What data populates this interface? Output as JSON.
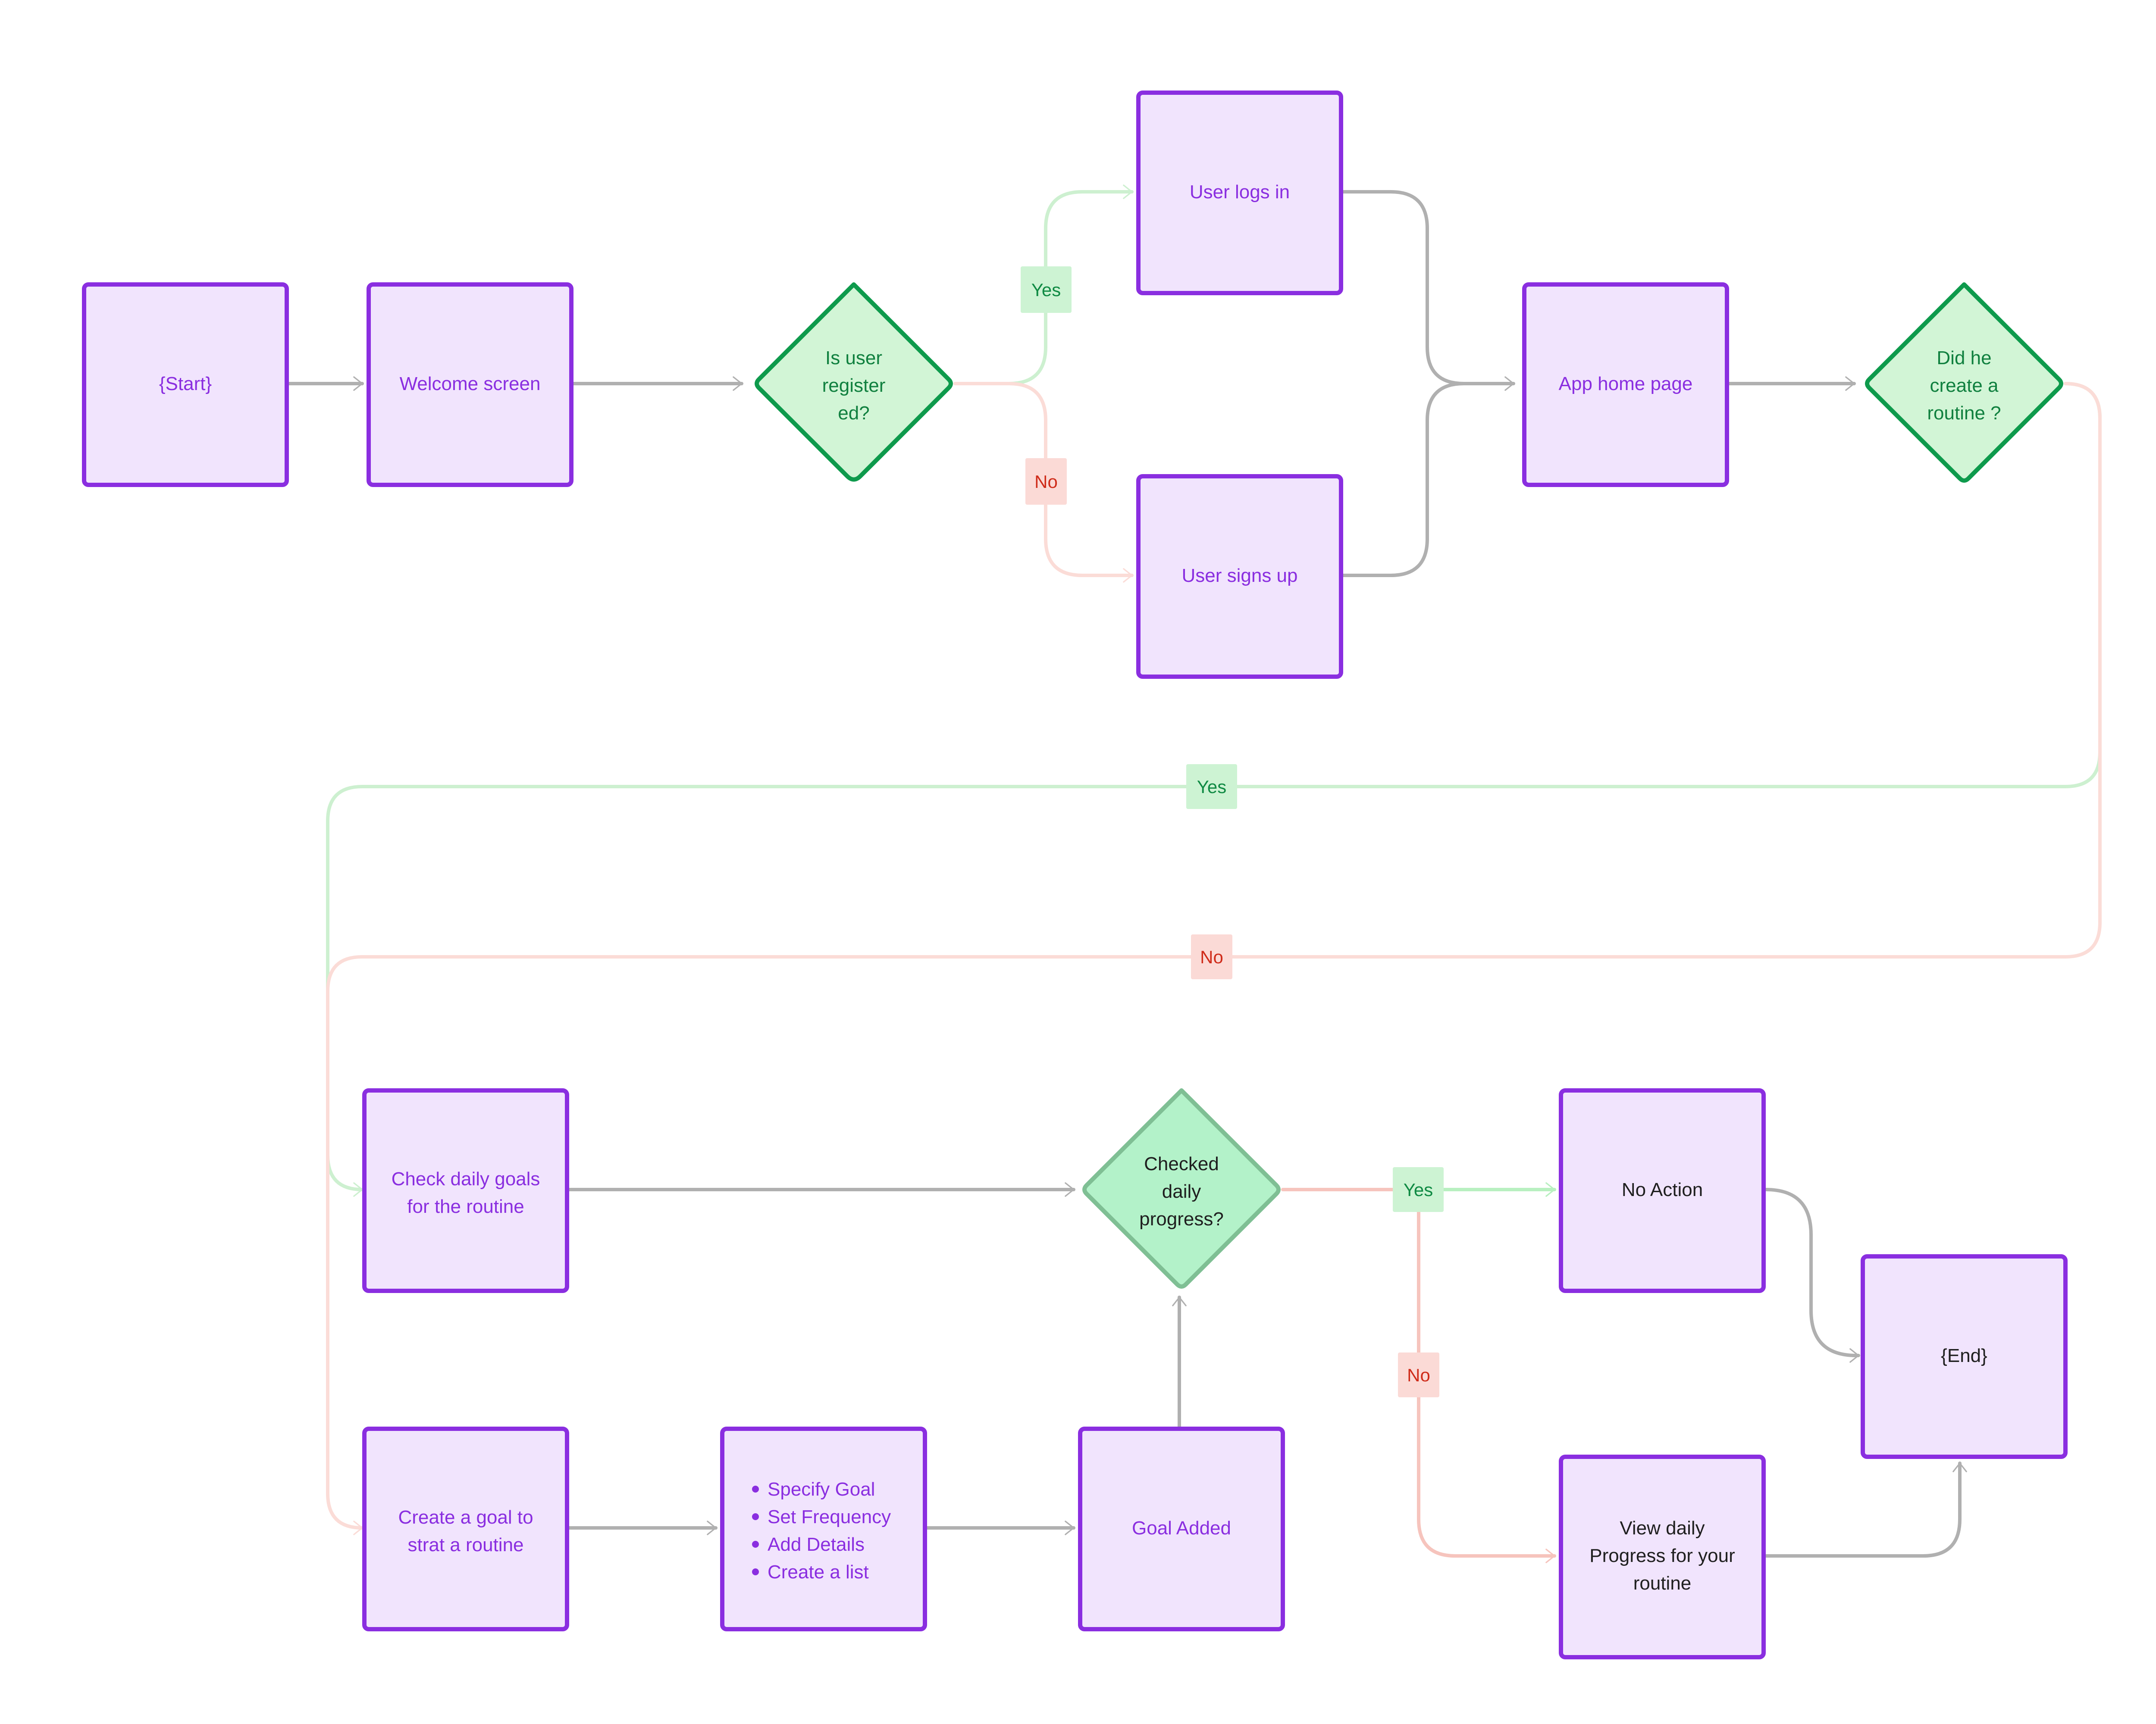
{
  "nodes": {
    "start": "{Start}",
    "welcome": "Welcome screen",
    "is_registered": [
      "Is user",
      "register",
      "ed?"
    ],
    "logs_in": "User logs in",
    "signs_up": "User signs up",
    "home": "App home page",
    "created_routine": [
      "Did he",
      "create a",
      "routine ?"
    ],
    "check_goals": [
      "Check daily goals",
      "for the routine"
    ],
    "create_goal": [
      "Create a goal to",
      "strat a routine"
    ],
    "goal_steps": [
      "Specify Goal",
      "Set Frequency",
      "Add Details",
      "Create a list"
    ],
    "goal_added": "Goal Added",
    "checked_progress": [
      "Checked",
      "daily",
      "progress?"
    ],
    "no_action": "No Action",
    "view_progress": [
      "View daily",
      "Progress for your",
      "routine"
    ],
    "end": "{End}"
  },
  "edge_labels": {
    "yes": "Yes",
    "no": "No"
  },
  "colors": {
    "box_fill": "#f1e4fd",
    "box_border": "#8a2ee0",
    "decision_fill": "#d2f5d6",
    "decision_border": "#0e9a4c",
    "yes_path": "#cdf0d0",
    "no_path": "#fbdcd7"
  }
}
